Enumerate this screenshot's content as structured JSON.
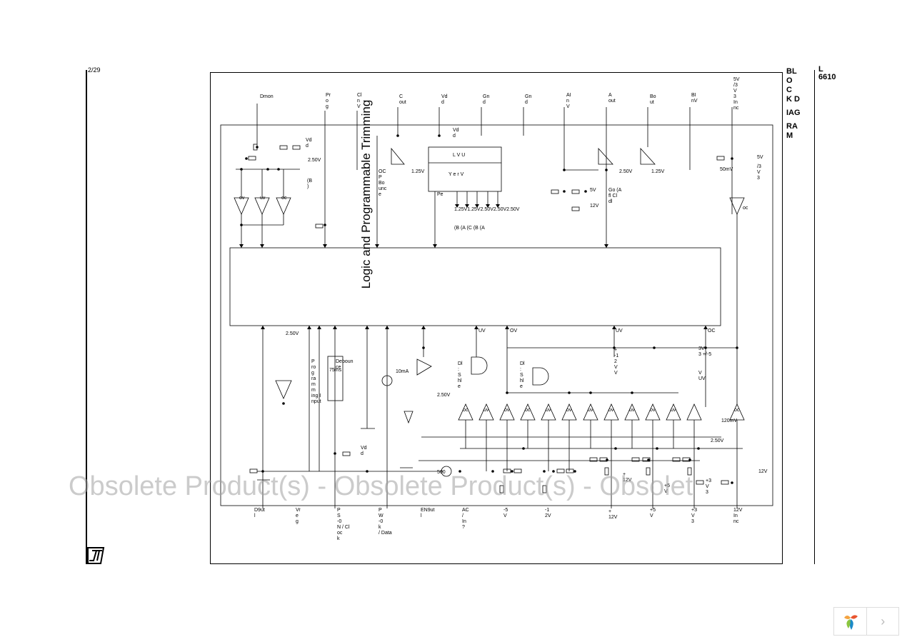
{
  "page": {
    "number": "2/29",
    "part_number": [
      "L",
      "6610"
    ],
    "side_title": [
      "BL",
      "O",
      "C",
      "K D",
      "IAG",
      "RA",
      "M"
    ],
    "watermark": "Obsolete Product(s) - Obsolete Product(s) - Obsolet",
    "logo": "st-logo-icon"
  },
  "diagram": {
    "main_block_label": "Logic and Programmable Trimming",
    "top_pins": [
      "Dmon",
      "Pr\no\ng",
      "Cl\nn\nV",
      "C\nout",
      "Vd\nd",
      "Gn\nd",
      "Gn\nd",
      "AI\nn\nV",
      "A\nout",
      "Bo\nut",
      "BI\nnV",
      "5V\n/3\nV\n3\nIn\nnc"
    ],
    "bottom_pins": [
      "D9ut\nl",
      "Vr\ne\ng",
      "P\nS\n-0\nN / Cl\n\noc\nk",
      "P\nW\n-0\nk\n/ Data",
      "EN9ut\nl",
      "AC\n/\nIn\n?",
      "-5\nV",
      "-1\n2V",
      "+\n12V",
      "+5\nV",
      "+3\nV\n3",
      "12V\n\nIn\nnc"
    ],
    "internal_labels": {
      "v250_a": "2.50V",
      "v125_a": "1.25V",
      "v250_b": "2.50V",
      "v125_b": "1.25V",
      "v50mv": "50mV",
      "v5v": "5V",
      "v3v3": "/3\nV\n3",
      "vdd_left": "Vd\nd",
      "vdd_mid": "Vd\nd",
      "vdd_low": "Vd\nd",
      "ladder": "L   V   U",
      "ladder2": "Y    e    r    V",
      "ladder_taps": "1.25V1.25V2.50V2.50V2.50V",
      "ladder_pe": "Pe",
      "ladder_sub": "(B  (A  (C  (B  (A",
      "gnd_mid": "OC\nP\nBo\nunc\ne",
      "go_label": "Go  (A\nfl Cl\ndl",
      "v12v_a": "12V",
      "v5v_a": "5V",
      "uv1": "UV",
      "ov1": "OV",
      "uv2": "UV",
      "oc1": "OC",
      "v250_c": "2.50V",
      "v250_d": "2.50V",
      "v250_e": "2.50V",
      "prog_timing": "P\nro\ng\nra\nm\nm\ning I\n\nnput",
      "debounce": "Deboun\nce",
      "debounce_time": "75ms",
      "i10ma": "10mA",
      "v120mv": "120mV",
      "v3p3": "3V\n3 +/-5",
      "uv3": "V\nUV",
      "dl1": "Dl\n:\nS\nhl\ne",
      "dl2": "Dl\n:\nS\nhl\ne",
      "spec1": "+\n-1\n2\nV\nV",
      "v500": "500",
      "pwr_12v": "12V",
      "pwr_5v": "+5\nV",
      "pwr_3v3": "+3\nV\n3",
      "pwr_12v_b": "+\n12V",
      "oc2": "oc",
      "in_b": "(B\n)"
    },
    "comparator_labels": [
      "ov",
      "uv",
      "oc",
      "oc",
      "uv",
      "ov",
      "oc",
      "uv",
      "ov",
      "uv",
      "ov",
      "uv",
      "ov",
      "uv",
      "oc"
    ]
  },
  "viewer": {
    "next_label": "›"
  }
}
